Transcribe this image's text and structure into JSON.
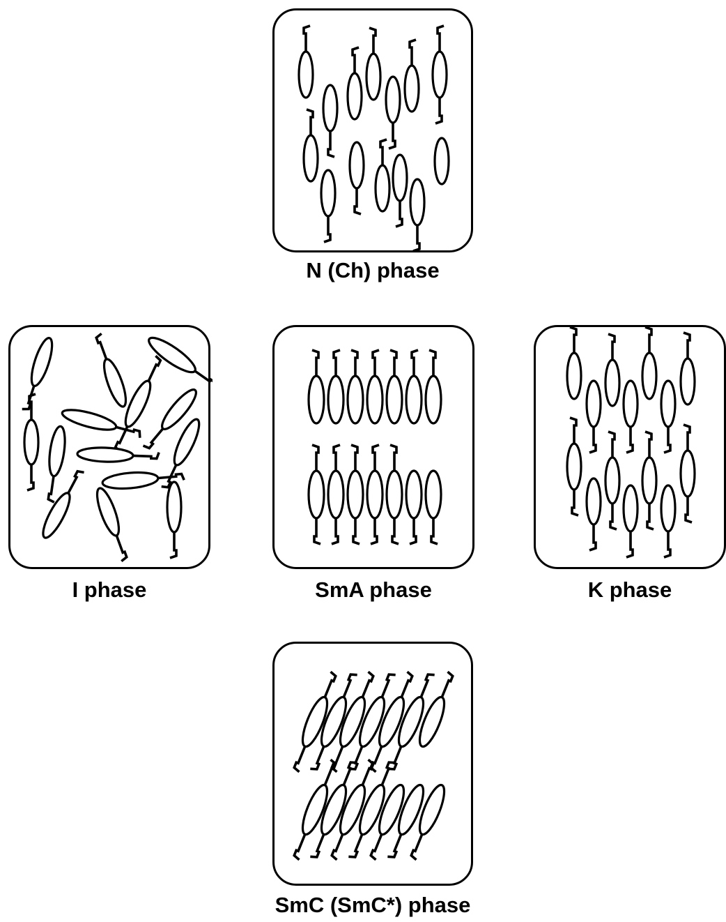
{
  "colors": {
    "stroke": "#000000",
    "background": "#ffffff"
  },
  "phases": {
    "n": {
      "label": "N (Ch) phase"
    },
    "i": {
      "label": "I phase"
    },
    "sma": {
      "label": "SmA phase"
    },
    "k": {
      "label": "K phase"
    },
    "smc": {
      "label": "SmC (SmC*) phase"
    }
  }
}
